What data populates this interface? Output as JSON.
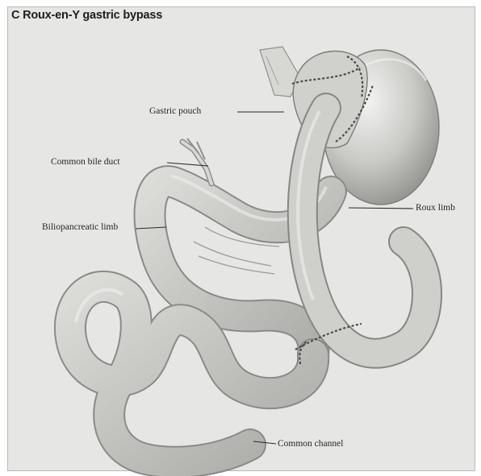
{
  "figure": {
    "title": "C  Roux-en-Y gastric bypass"
  },
  "labels": {
    "gastric_pouch": "Gastric pouch",
    "common_bile_duct": "Common bile duct",
    "biliopancreatic_limb": "Biliopancreatic limb",
    "roux_limb": "Roux limb",
    "common_channel": "Common channel"
  }
}
